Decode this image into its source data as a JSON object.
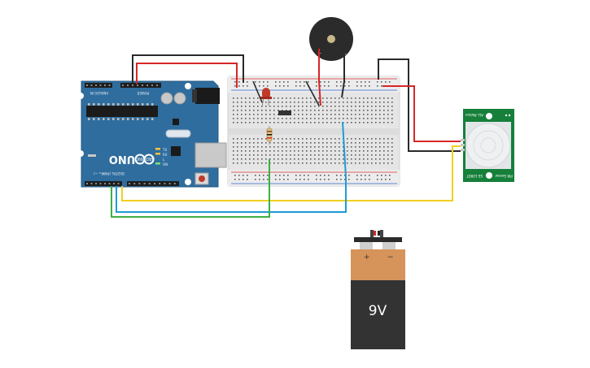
{
  "arduino": {
    "model_label": "UNO",
    "brand_label": "ARDUINO",
    "digital_label": "DIGITAL (PWM= ~)",
    "power_label": "POWER",
    "analog_label": "ANALOG IN",
    "tx_label": "TX",
    "rx_label": "RX",
    "on_label": "ON",
    "l_label": "L"
  },
  "pir": {
    "side_label_top": "ALL Motion",
    "side_label_bottom": "PIR Sensor",
    "part_label": "SE-10RDT"
  },
  "battery": {
    "label": "9V",
    "plus": "+",
    "minus": "−"
  },
  "buzzer": {
    "plus": "+",
    "minus": "−"
  },
  "colors": {
    "arduino_board": "#2d6a9c",
    "breadboard": "#e6e6e6",
    "pir_board": "#16803a",
    "battery_top": "#d6935a",
    "battery_body": "#333333",
    "wire_red": "#d62728",
    "wire_black": "#2a2a2a",
    "wire_yellow": "#f0d020",
    "wire_green": "#3cb043",
    "wire_blue": "#1f9bd6",
    "led": "#c0392b"
  }
}
